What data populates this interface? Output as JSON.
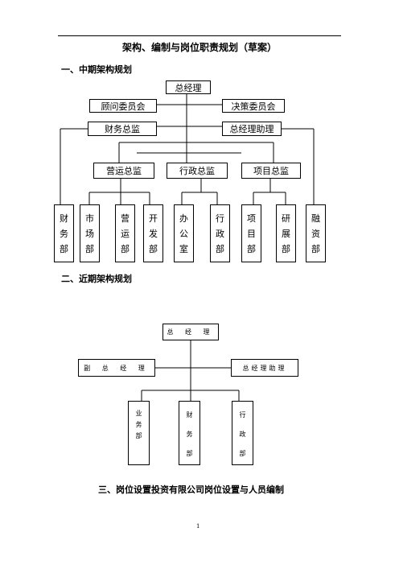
{
  "document": {
    "title": "架构、编制与岗位职责规划（草案）",
    "section1_heading": "一、中期架构规划",
    "section2_heading": "二、近期架构规划",
    "section3_heading": "三、岗位设置投资有限公司岗位设置与人员编制",
    "page_number": "1"
  },
  "mid_term_chart": {
    "ceo": "总经理",
    "advisory_committee": "顾问委员会",
    "decision_committee": "决策委员会",
    "finance_director": "财务总监",
    "ceo_assistant": "总经理助理",
    "operations_director": "营运总监",
    "admin_director": "行政总监",
    "project_director": "项目总监",
    "departments": [
      [
        "财",
        "务",
        "部"
      ],
      [
        "市",
        "场",
        "部"
      ],
      [
        "营",
        "运",
        "部"
      ],
      [
        "开",
        "发",
        "部"
      ],
      [
        "办",
        "公",
        "室"
      ],
      [
        "行",
        "政",
        "部"
      ],
      [
        "项",
        "目",
        "部"
      ],
      [
        "研",
        "展",
        "部"
      ],
      [
        "融",
        "资",
        "部"
      ]
    ]
  },
  "near_term_chart": {
    "ceo": "总 经 理",
    "deputy_gm": "副 总 经 理",
    "gm_assistant": "总经理助理",
    "departments": [
      [
        "业",
        "务",
        "部"
      ],
      [
        "财",
        "务",
        "部"
      ],
      [
        "行",
        "政",
        "部"
      ]
    ]
  }
}
